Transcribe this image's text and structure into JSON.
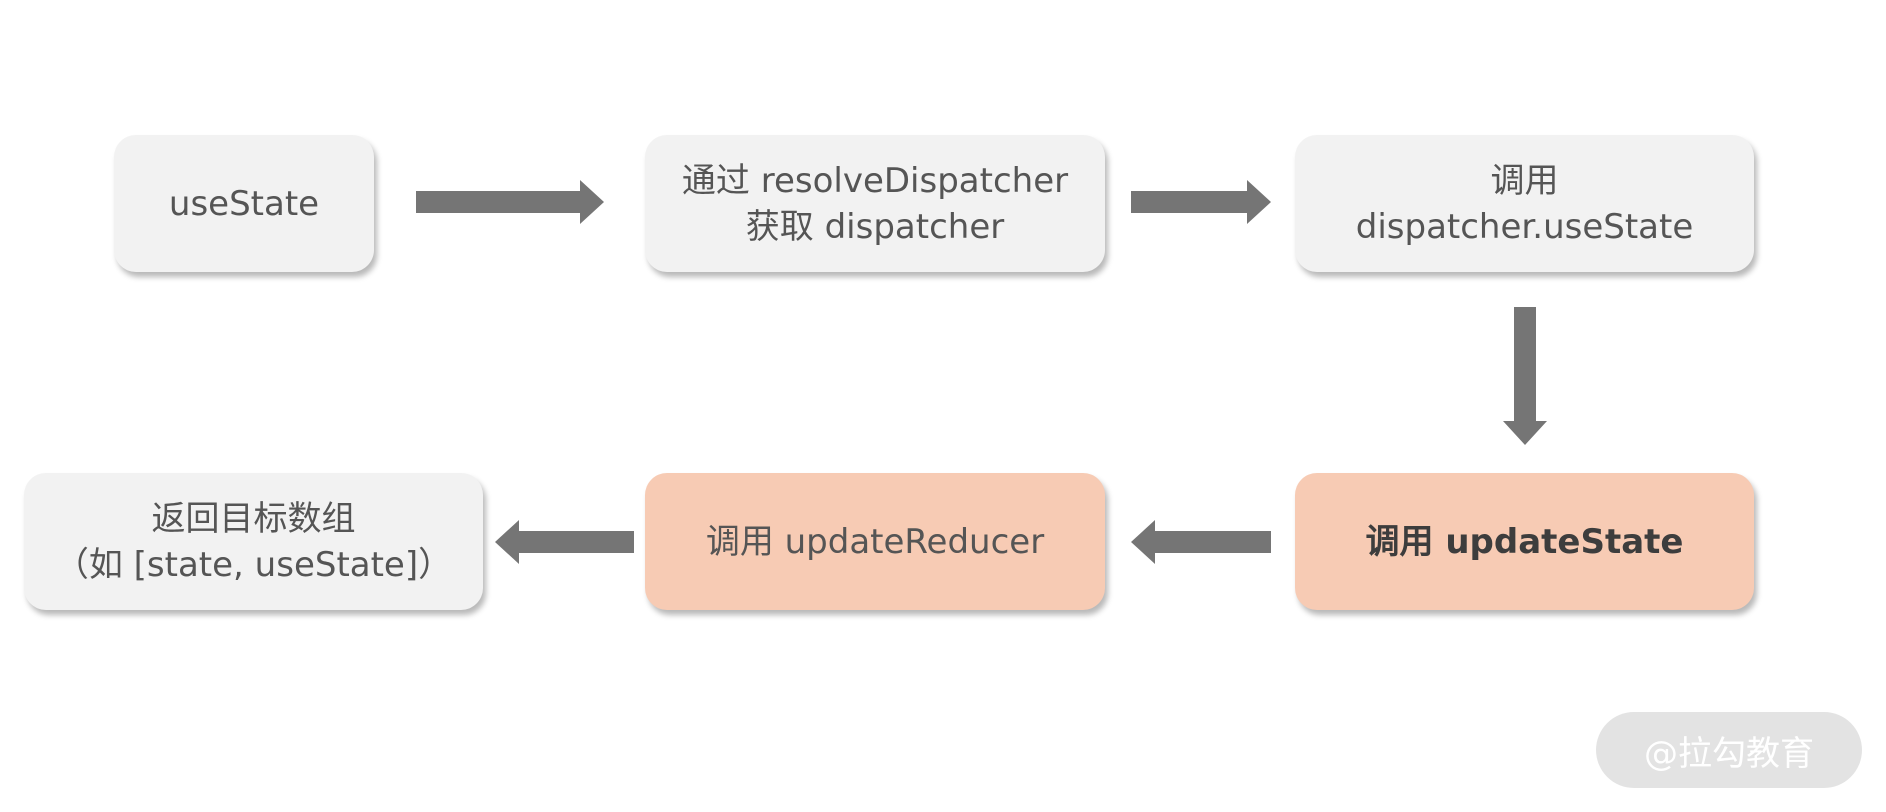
{
  "nodes": {
    "use_state": {
      "lines": [
        "useState"
      ]
    },
    "resolve_dispatcher": {
      "lines": [
        "通过 resolveDispatcher",
        "获取 dispatcher"
      ]
    },
    "dispatcher_use_state": {
      "lines": [
        "调用",
        "dispatcher.useState"
      ]
    },
    "update_state": {
      "lines": [
        "调用 updateState"
      ]
    },
    "update_reducer": {
      "lines": [
        "调用 updateReducer"
      ]
    },
    "return_array": {
      "lines": [
        "返回目标数组",
        "（如 [state, useState]）"
      ]
    }
  },
  "colors": {
    "box_gray": "#f2f2f2",
    "box_peach": "#f7cbb4",
    "text": "#555555",
    "text_bold": "#3d3d3d",
    "arrow": "#757575"
  },
  "watermark": {
    "text": "@拉勾教育"
  }
}
